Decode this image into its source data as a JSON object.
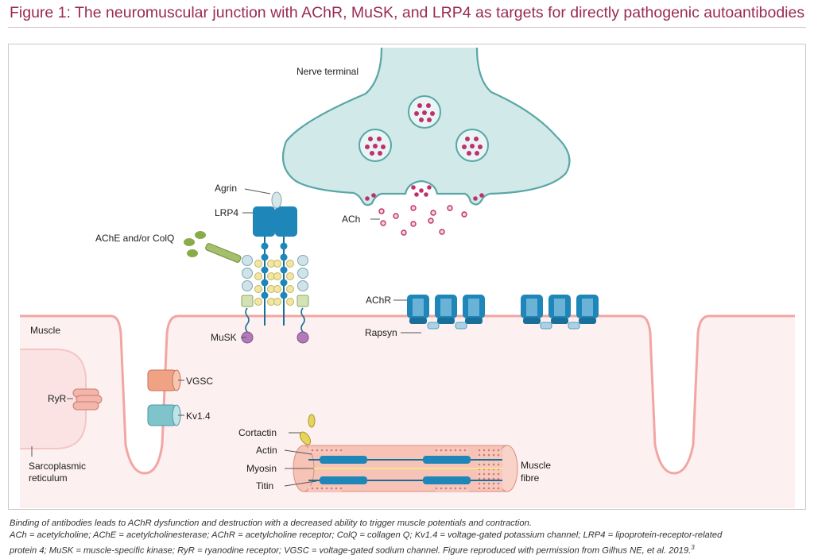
{
  "figure": {
    "title": "Figure 1: The neuromuscular junction with AChR, MuSK, and LRP4 as targets for directly pathogenic autoantibodies"
  },
  "labels": {
    "nerve_terminal": "Nerve terminal",
    "agrin": "Agrin",
    "lrp4": "LRP4",
    "ache_colq": "AChE and/or ColQ",
    "ach": "ACh",
    "achr": "AChR",
    "rapsyn": "Rapsyn",
    "musk": "MuSK",
    "muscle": "Muscle",
    "ryr": "RyR",
    "vgsc": "VGSC",
    "kv14": "Kv1.4",
    "sarcoplasmic_1": "Sarcoplasmic",
    "sarcoplasmic_2": "reticulum",
    "cortactin": "Cortactin",
    "actin": "Actin",
    "myosin": "Myosin",
    "titin": "Titin",
    "muscle_fibre_1": "Muscle",
    "muscle_fibre_2": "fibre"
  },
  "caption": {
    "line1": "Binding of antibodies leads to AChR dysfunction and destruction with a decreased ability to trigger muscle potentials and contraction.",
    "line2": "ACh = acetylcholine; AChE = acetylcholinesterase; AChR = acetylcholine receptor; ColQ = collagen Q; Kv1.4 = voltage-gated potassium channel; LRP4 = lipoprotein-receptor-related",
    "line3": "protein 4; MuSK = muscle-specific kinase; RyR = ryanodine receptor; VGSC = voltage-gated sodium channel. Figure reproduced with permission from Gilhus NE, et al. 2019.",
    "ref": "3"
  },
  "colors": {
    "title": "#9a2a55",
    "nerve_fill": "#cfe8e8",
    "nerve_stroke": "#5aa6a6",
    "muscle_line": "#f2a6a3",
    "muscle_fill": "#fdeeee",
    "receptor_blue": "#1e86b8",
    "vesicle_pink": "#c0306a",
    "ache_green": "#8aab4a",
    "musk_purple": "#9a6ba6"
  }
}
